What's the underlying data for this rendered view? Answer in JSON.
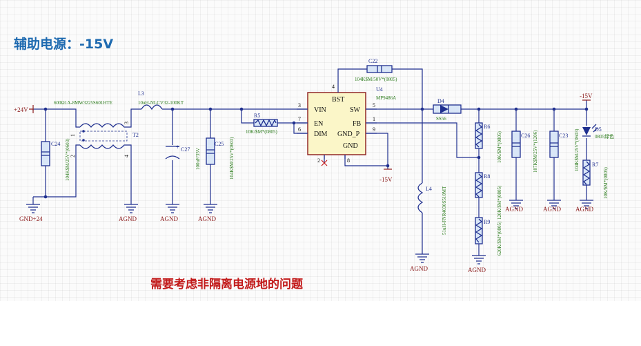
{
  "title": "辅助电源：-15V",
  "note": "需要考虑非隔离电源地的问题",
  "colors": {
    "title": "#1e6ab0",
    "note": "#c21a1a",
    "wire": "#1f2f8f",
    "net": "#8b1a1a",
    "value": "#2a7a1a"
  },
  "nets": {
    "vin": "+24V",
    "vout": "-15V",
    "gnd24": "GND+24",
    "agnd": "AGND",
    "neg15_ic": "-15V"
  },
  "components": {
    "c24": {
      "ref": "C24",
      "value": "104K$M/25V*(0603)"
    },
    "t2": {
      "ref": "T2",
      "value": "600Ω1A-8MW3225S601HTE",
      "pins": [
        "1",
        "2",
        "3",
        "4"
      ]
    },
    "l3": {
      "ref": "L3",
      "value": "10uH-NLCV32-100KT"
    },
    "c27": {
      "ref": "C27",
      "value": "100uF/35V"
    },
    "c25": {
      "ref": "C25",
      "value": "104K$M/25V*(0603)"
    },
    "r5": {
      "ref": "R5",
      "value": "10K/$M*(0805)"
    },
    "u4": {
      "ref": "U4",
      "value": "MP9486A",
      "pins_left": [
        {
          "num": "3",
          "name": "VIN"
        },
        {
          "num": "7",
          "name": "EN"
        },
        {
          "num": "6",
          "name": "DIM"
        }
      ],
      "pins_right": [
        {
          "num": "5",
          "name": "SW"
        },
        {
          "num": "1",
          "name": "FB"
        },
        {
          "num": "9",
          "name": "GND_P"
        }
      ],
      "pin_top": {
        "num": "4",
        "name": "BST"
      },
      "pin_bottom": {
        "num": "8",
        "name": "GND"
      },
      "pin_nc": {
        "num": "2",
        "name": "NC"
      }
    },
    "c22": {
      "ref": "C22",
      "value": "104K$M/50V*(0805)"
    },
    "d4": {
      "ref": "D4",
      "value": "SS56"
    },
    "l4": {
      "ref": "L4",
      "value": "51uH-FNR4030S510MT"
    },
    "r6": {
      "ref": "R6",
      "value": "10K/$M*(0805)"
    },
    "r8": {
      "ref": "R8",
      "value": "120K/$M*(0805)"
    },
    "r9": {
      "ref": "R9",
      "value": "620K/$M*(0805)"
    },
    "c26": {
      "ref": "C26",
      "value": "107K$M/25V*(1206)"
    },
    "c23": {
      "ref": "C23",
      "value": "104K$M/25V*(0603)"
    },
    "d5": {
      "ref": "D5",
      "value": "0805绿色"
    },
    "r7": {
      "ref": "R7",
      "value": "10K/$M*(0805)"
    }
  }
}
